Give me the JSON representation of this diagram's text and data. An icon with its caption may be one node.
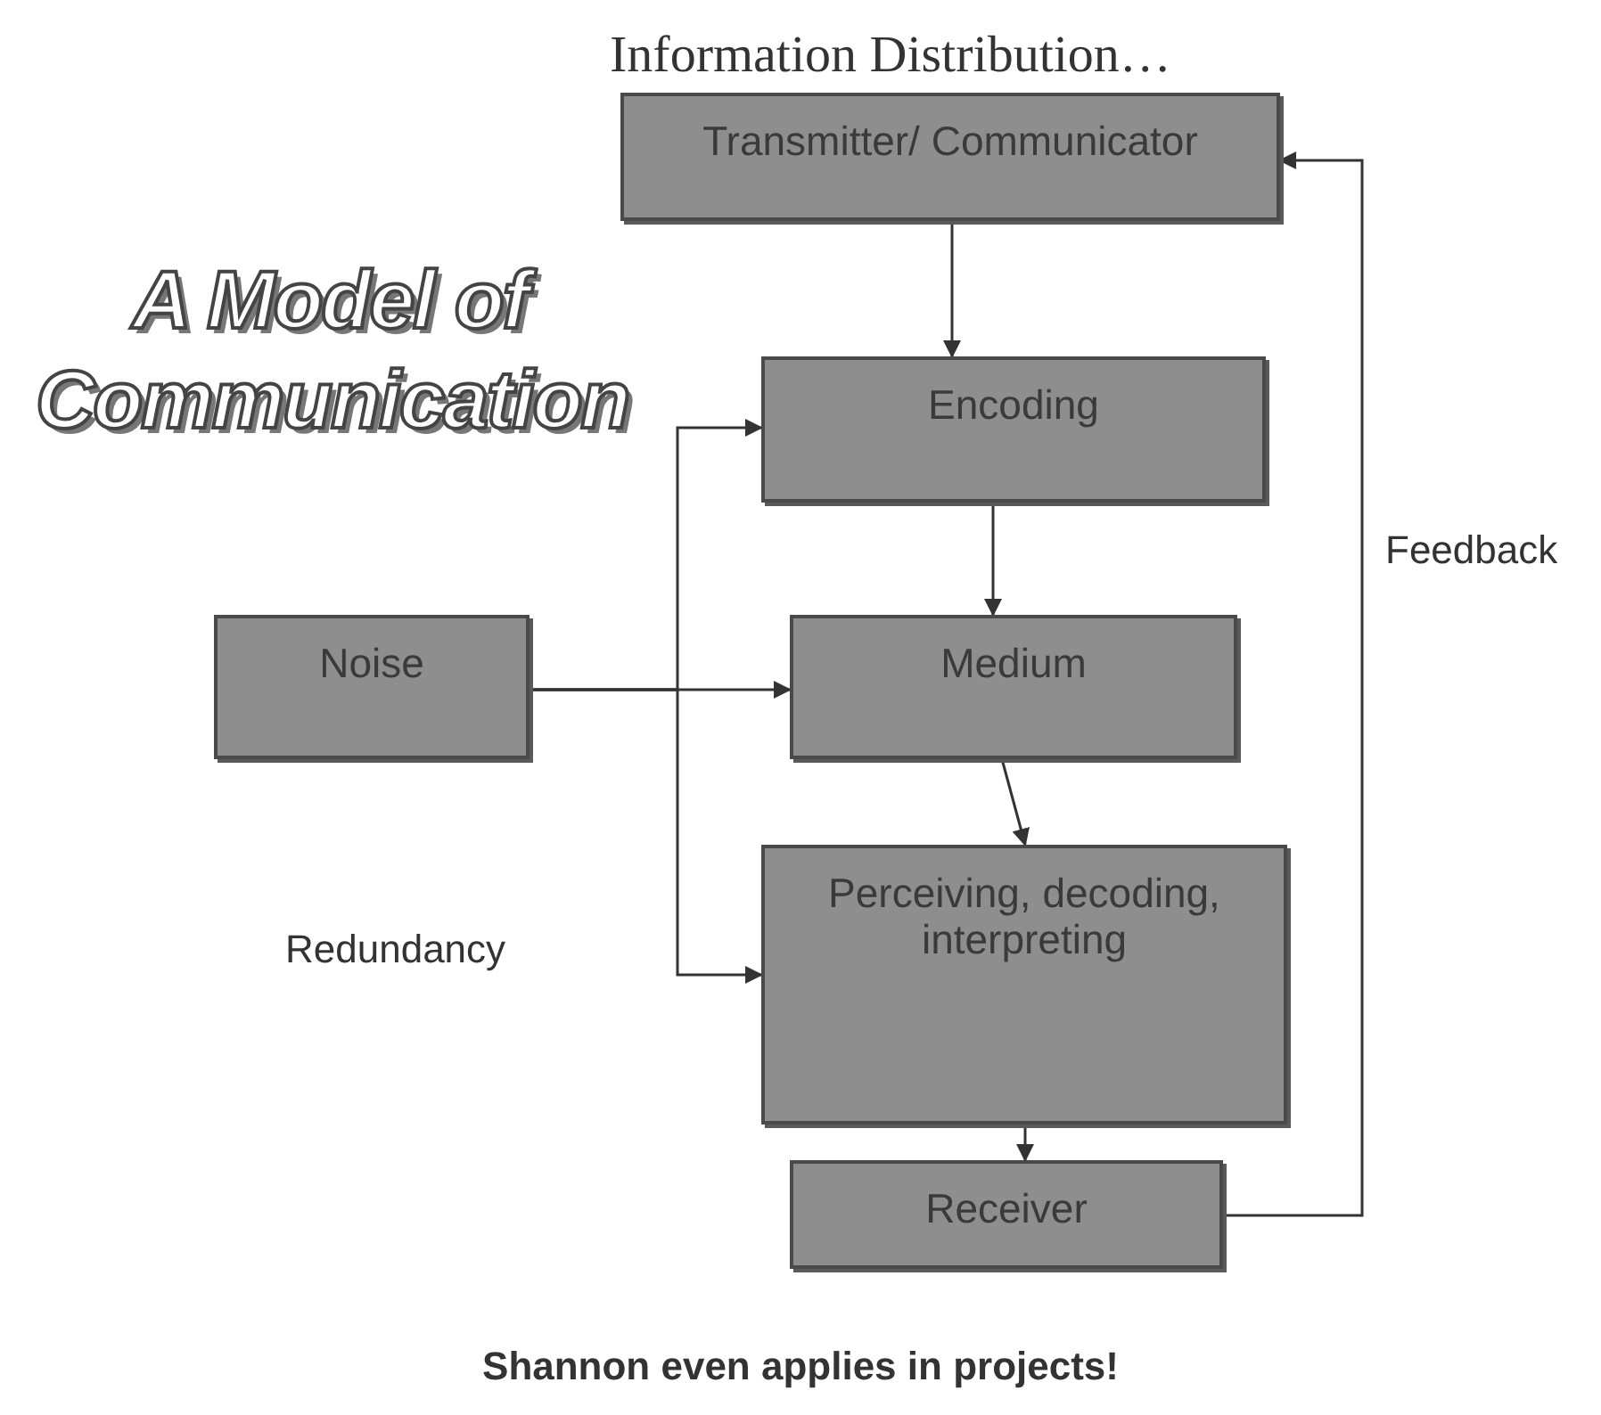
{
  "diagram": {
    "title": "Information Distribution…",
    "caption": "Shannon even applies in projects!",
    "nodes": [
      {
        "text": [
          "Transmitter/ Communicator"
        ]
      },
      {
        "text": [
          "Encoding"
        ]
      },
      {
        "text": [
          "Noise"
        ]
      },
      {
        "text": [
          "Medium"
        ]
      },
      {
        "text": [
          "Perceiving, decoding, interpreting"
        ]
      },
      {
        "text": [
          "Receiver"
        ]
      }
    ],
    "edges": [
      {
        "from": 0,
        "to": 1,
        "arrow": "to"
      },
      {
        "from": 1,
        "to": 3,
        "arrow": "to"
      },
      {
        "from": 3,
        "to": 4,
        "arrow": "to"
      },
      {
        "from": 4,
        "to": 5,
        "arrow": "to"
      },
      {
        "from": 2,
        "to": 3,
        "arrow": "to"
      },
      {
        "from": 2,
        "to": 1,
        "arrow": "to"
      },
      {
        "from": 2,
        "to": 4,
        "arrow": "to"
      },
      {
        "from": 5,
        "to": 0,
        "arrow": "to",
        "label": "Feedback"
      }
    ],
    "labels": [
      "A Model of Communication",
      "Redundancy"
    ]
  }
}
